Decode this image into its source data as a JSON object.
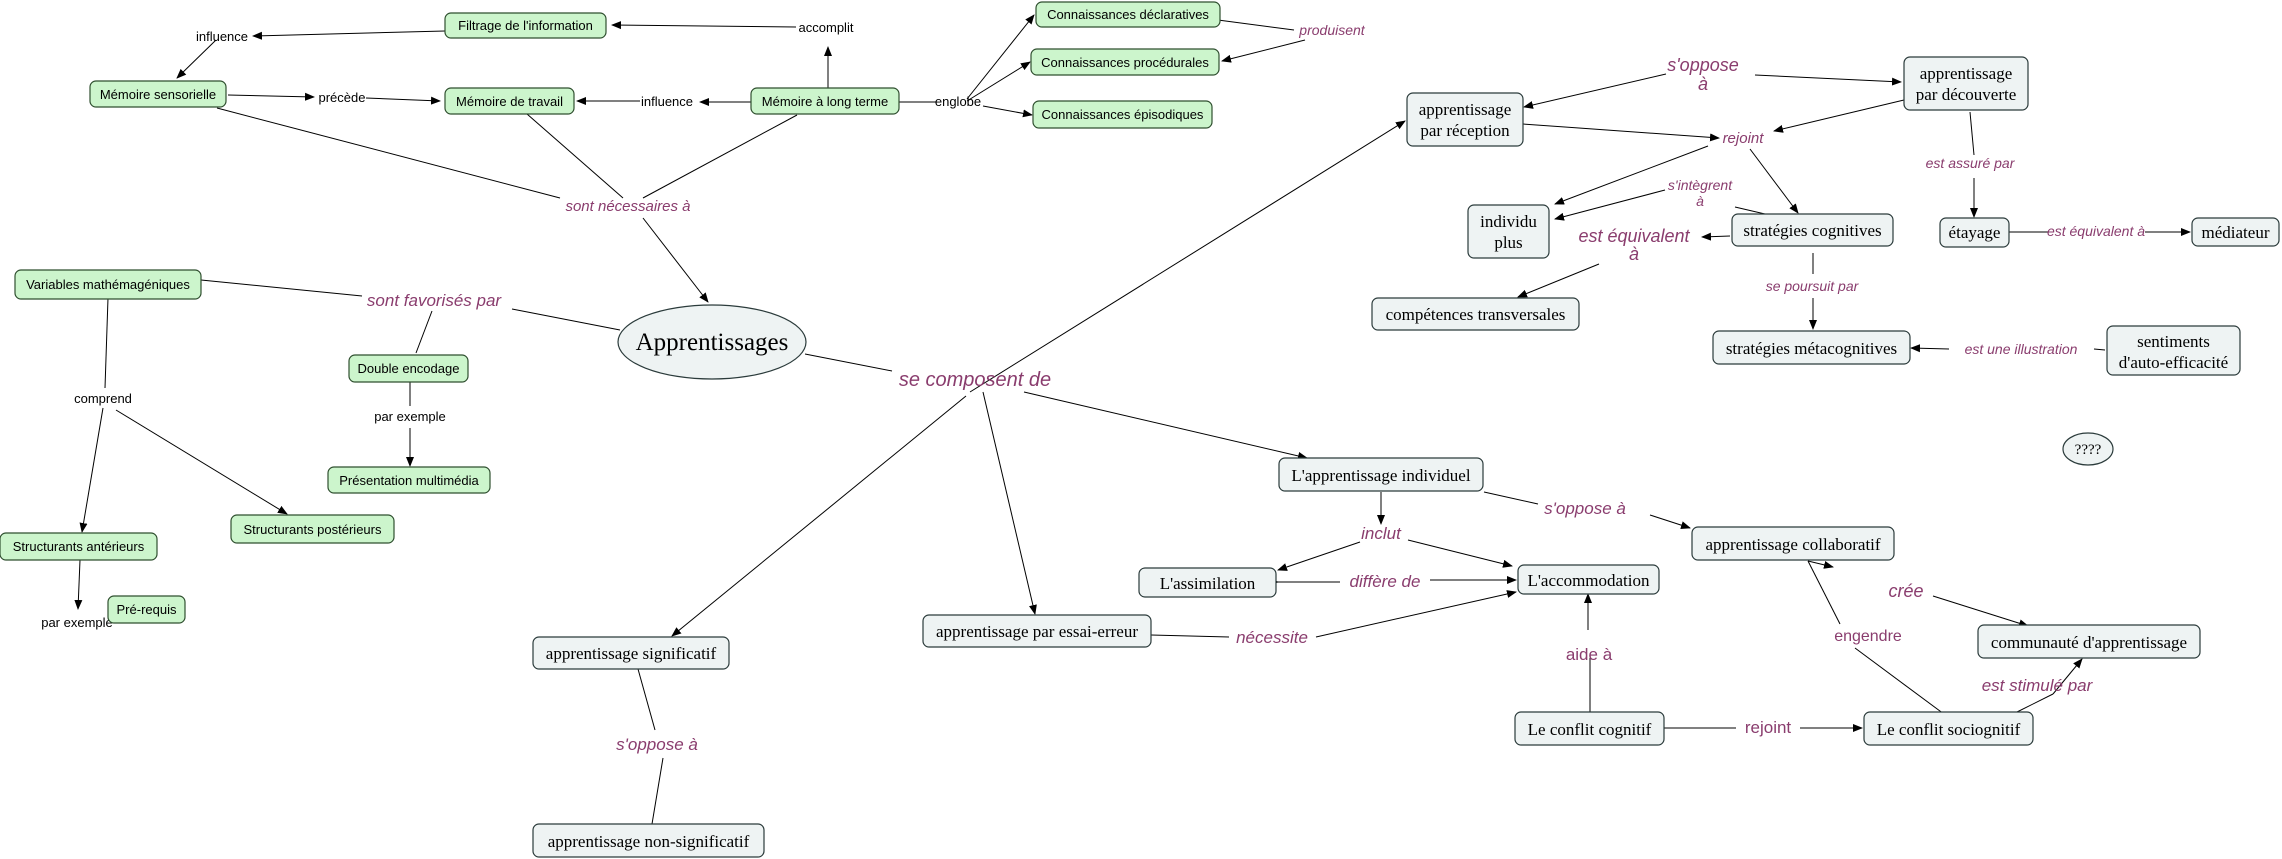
{
  "nodes": {
    "filtrage": "Filtrage de l'information",
    "memoire_sensorielle": "Mémoire sensorielle",
    "memoire_travail": "Mémoire de travail",
    "memoire_long_terme": "Mémoire à long terme",
    "conn_declaratives": "Connaissances déclaratives",
    "conn_procedurales": "Connaissances procédurales",
    "conn_episodiques": "Connaissances épisodiques",
    "variables": "Variables mathémagéniques",
    "double_encodage": "Double encodage",
    "presentation": "Présentation multimédia",
    "struct_anterieurs": "Structurants antérieurs",
    "struct_posterieurs": "Structurants postérieurs",
    "prerequis": "Pré-requis",
    "apprentissages": "Apprentissages",
    "app_reception": [
      "apprentissage",
      "par réception"
    ],
    "app_decouverte": [
      "apprentissage",
      "par découverte"
    ],
    "individu": [
      "individu",
      "plus"
    ],
    "strat_cognitives": "stratégies cognitives",
    "etayage": "étayage",
    "mediateur": "médiateur",
    "competences": "compétences transversales",
    "strat_metacognitives": "stratégies métacognitives",
    "sentiments": [
      "sentiments",
      "d'auto-efficacité"
    ],
    "question": "????",
    "app_individuel": "L'apprentissage individuel",
    "app_collaboratif": "apprentissage collaboratif",
    "assimilation": "L'assimilation",
    "accommodation": "L'accommodation",
    "communaute": "communauté d'apprentissage",
    "app_significatif": "apprentissage significatif",
    "app_essai": "apprentissage par essai-erreur",
    "conflit_cognitif": "Le conflit cognitif",
    "conflit_sociocognitif": "Le conflit sociognitif",
    "app_non_significatif": "apprentissage non-significatif"
  },
  "links": {
    "influence_1": "influence",
    "accomplit": "accomplit",
    "precede": "précède",
    "influence_2": "influence",
    "englobe": "englobe",
    "produisent": "produisent",
    "sont_necessaires": "sont nécessaires à",
    "sont_favorises": "sont favorisés par",
    "comprend": "comprend",
    "par_exemple_1": "par exemple",
    "par_exemple_2": "par exemple",
    "se_composent": "se composent de",
    "s_oppose_1": [
      "s'oppose",
      "à"
    ],
    "rejoint_1": "rejoint",
    "s_integrent": [
      "s'intègrent",
      "à"
    ],
    "est_equivalent_1": [
      "est équivalent",
      "à"
    ],
    "est_assure": "est assuré par",
    "est_equivalent_2": "est équivalent à",
    "se_poursuit": "se poursuit par",
    "est_illustration": "est une illustration",
    "s_oppose_2": "s'oppose à",
    "inclut": "inclut",
    "differe": "diffère de",
    "cree": "crée",
    "engendre": "engendre",
    "necessite": "nécessite",
    "aide_a": "aide à",
    "est_stimule": "est stimulé par",
    "rejoint_2": "rejoint",
    "s_oppose_3": "s'oppose à"
  }
}
